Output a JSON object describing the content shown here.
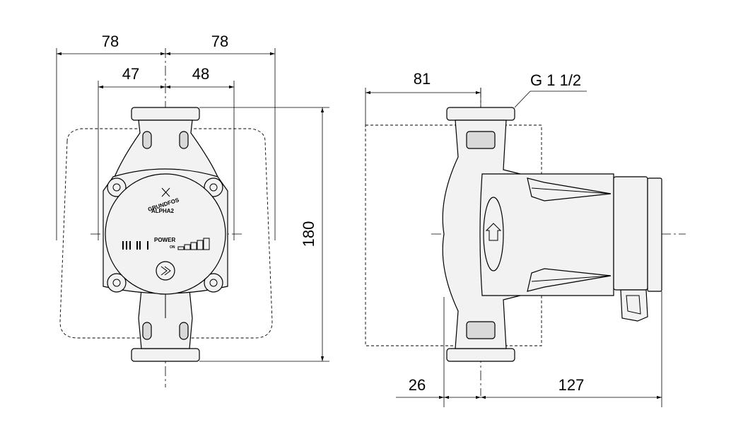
{
  "front_view": {
    "dims": {
      "left_outer": "78",
      "right_outer": "78",
      "left_inner": "47",
      "right_inner": "48",
      "height": "180"
    },
    "brand": "GRUNDFOS",
    "model": "ALPHA2",
    "power_label": "POWER",
    "on_label": "ON"
  },
  "side_view": {
    "dims": {
      "flange_offset": "81",
      "thread": "G 1 1/2",
      "inlet_depth": "26",
      "body_length": "127"
    }
  }
}
